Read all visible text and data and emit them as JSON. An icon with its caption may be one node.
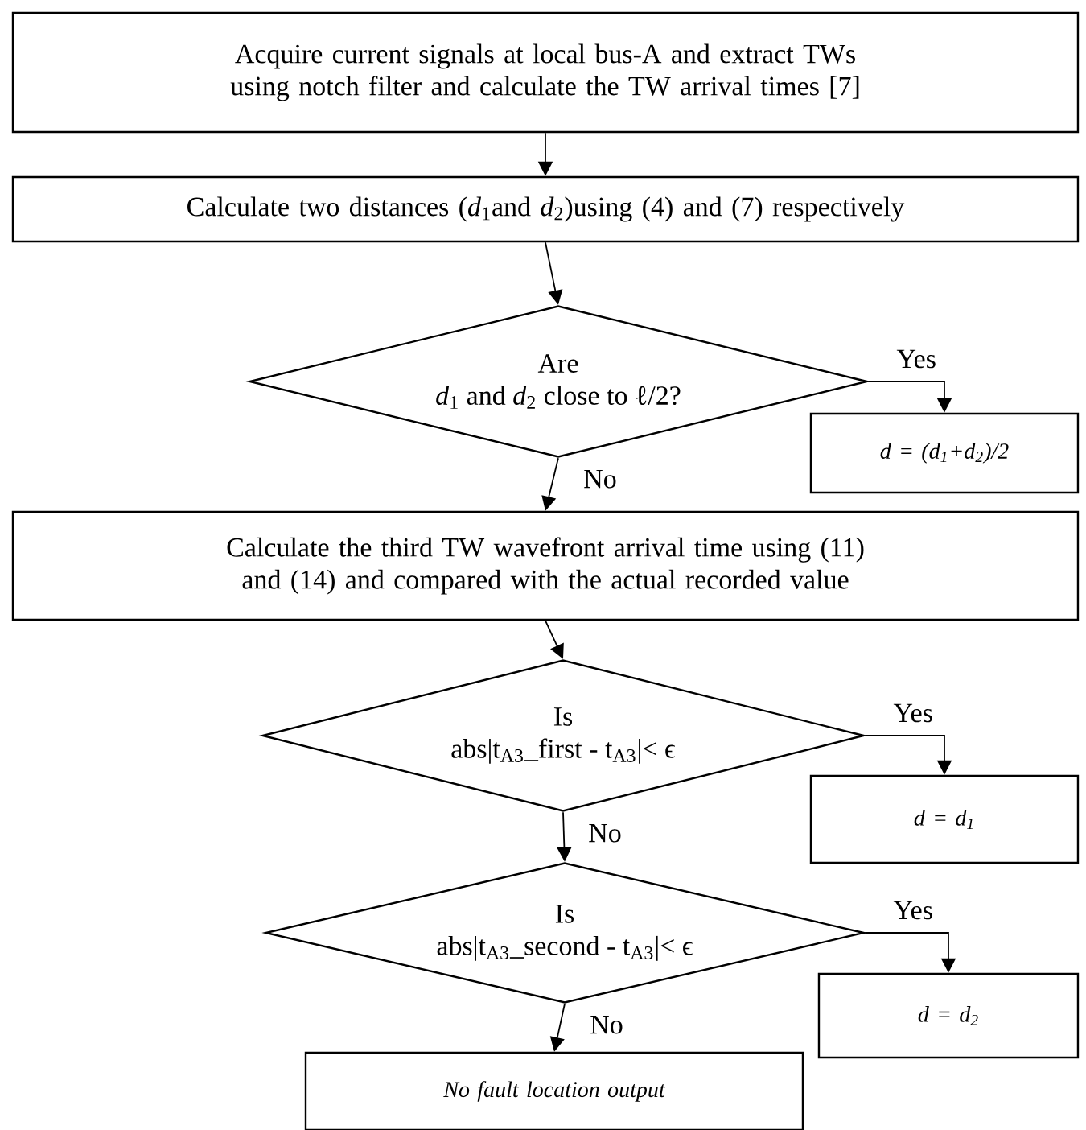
{
  "diagram": {
    "nodes": [
      {
        "text": [
          "Acquire current signals at local bus-A and extract TWs using notch filter and calculate the TW arrival times [7]"
        ]
      },
      {
        "text": [
          "Calculate two distances (*d*$_{1}$and *d*$_{2}$)using (4) and (7) respectively"
        ]
      },
      {
        "text": [
          "Are",
          "*d*$_{1}$ and *d*$_{2}$ close to ℓ/2?"
        ]
      },
      {
        "text": [
          "d = (d$_{1}$+d$_{2}$)/2"
        ]
      },
      {
        "text": [
          "Calculate the third TW wavefront arrival time using (11) and (14) and compared with the actual recorded value"
        ]
      },
      {
        "text": [
          "Is",
          "abs|t$_{A3}$_first - t$_{A3}$|< ϵ"
        ]
      },
      {
        "text": [
          "d = d$_{1}$"
        ]
      },
      {
        "text": [
          "Is",
          "abs|t$_{A3}$_second - t$_{A3}$|< ϵ"
        ]
      },
      {
        "text": [
          "d = d$_{2}$"
        ]
      },
      {
        "text": [
          "No fault location output"
        ]
      }
    ],
    "edges": [
      {
        "from": 0,
        "to": 1,
        "arrow": "to"
      },
      {
        "from": 1,
        "to": 2,
        "arrow": "to"
      },
      {
        "from": 2,
        "to": 3,
        "arrow": "to",
        "label": "Yes"
      },
      {
        "from": 2,
        "to": 4,
        "arrow": "to",
        "label": "No"
      },
      {
        "from": 4,
        "to": 5,
        "arrow": "to"
      },
      {
        "from": 5,
        "to": 6,
        "arrow": "to",
        "label": "Yes"
      },
      {
        "from": 5,
        "to": 7,
        "arrow": "to",
        "label": "No"
      },
      {
        "from": 7,
        "to": 8,
        "arrow": "to",
        "label": "Yes"
      },
      {
        "from": 7,
        "to": 9,
        "arrow": "to",
        "label": "No"
      }
    ]
  }
}
